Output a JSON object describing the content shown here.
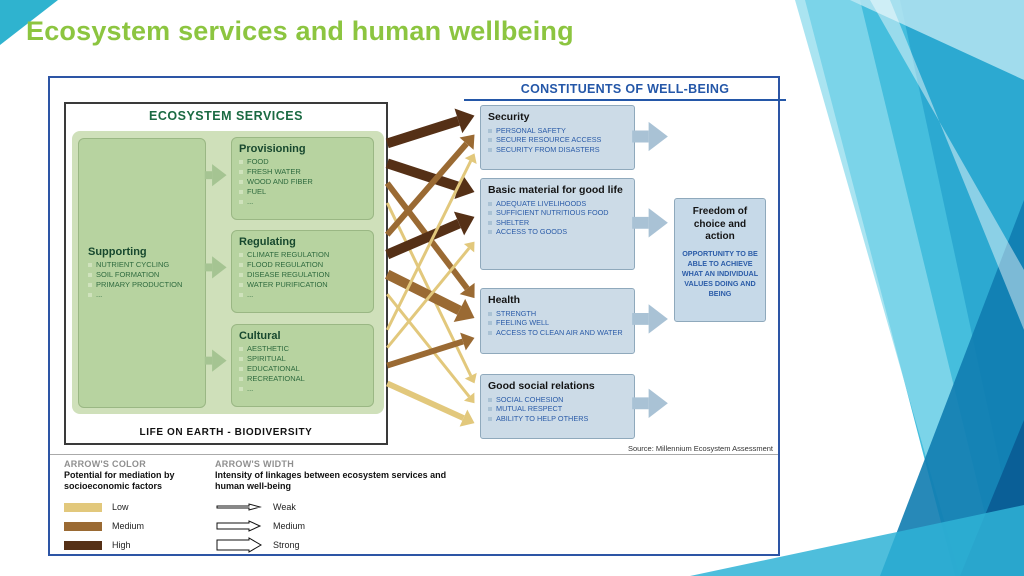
{
  "slide": {
    "title": "Ecosystem services and human wellbeing",
    "title_color": "#8cc540"
  },
  "diagram": {
    "left_header": "ECOSYSTEM SERVICES",
    "right_header": "CONSTITUENTS OF WELL-BEING",
    "biodiversity_caption": "LIFE ON EARTH - BIODIVERSITY",
    "source": "Source: Millennium Ecosystem Assessment",
    "supporting": {
      "title": "Supporting",
      "items": [
        "NUTRIENT CYCLING",
        "SOIL FORMATION",
        "PRIMARY PRODUCTION",
        "..."
      ]
    },
    "provisioning": {
      "title": "Provisioning",
      "items": [
        "FOOD",
        "FRESH WATER",
        "WOOD AND FIBER",
        "FUEL",
        "..."
      ]
    },
    "regulating": {
      "title": "Regulating",
      "items": [
        "CLIMATE REGULATION",
        "FLOOD REGULATION",
        "DISEASE REGULATION",
        "WATER PURIFICATION",
        "..."
      ]
    },
    "cultural": {
      "title": "Cultural",
      "items": [
        "AESTHETIC",
        "SPIRITUAL",
        "EDUCATIONAL",
        "RECREATIONAL",
        "..."
      ]
    },
    "security": {
      "title": "Security",
      "items": [
        "PERSONAL SAFETY",
        "SECURE RESOURCE ACCESS",
        "SECURITY FROM DISASTERS"
      ]
    },
    "basic_material": {
      "title": "Basic material for good life",
      "items": [
        "ADEQUATE LIVELIHOODS",
        "SUFFICIENT NUTRITIOUS FOOD",
        "SHELTER",
        "ACCESS TO GOODS"
      ]
    },
    "health": {
      "title": "Health",
      "items": [
        "STRENGTH",
        "FEELING WELL",
        "ACCESS TO CLEAN AIR AND WATER"
      ]
    },
    "social_relations": {
      "title": "Good social relations",
      "items": [
        "SOCIAL COHESION",
        "MUTUAL RESPECT",
        "ABILITY TO HELP OTHERS"
      ]
    },
    "freedom": {
      "title": "Freedom of choice and action",
      "body": "OPPORTUNITY TO BE ABLE TO ACHIEVE WHAT AN INDIVIDUAL VALUES DOING AND BEING"
    },
    "support_arrow_color": "#a5c492",
    "freedom_arrow_color": "#a9c2d5",
    "linkages": [
      {
        "from": "provisioning",
        "to": "security",
        "mediation": "high",
        "intensity": "strong"
      },
      {
        "from": "provisioning",
        "to": "basic_material",
        "mediation": "high",
        "intensity": "strong"
      },
      {
        "from": "provisioning",
        "to": "health",
        "mediation": "medium",
        "intensity": "medium"
      },
      {
        "from": "provisioning",
        "to": "social_relations",
        "mediation": "low",
        "intensity": "weak"
      },
      {
        "from": "regulating",
        "to": "security",
        "mediation": "medium",
        "intensity": "medium"
      },
      {
        "from": "regulating",
        "to": "basic_material",
        "mediation": "high",
        "intensity": "strong"
      },
      {
        "from": "regulating",
        "to": "health",
        "mediation": "medium",
        "intensity": "strong"
      },
      {
        "from": "regulating",
        "to": "social_relations",
        "mediation": "low",
        "intensity": "weak"
      },
      {
        "from": "cultural",
        "to": "security",
        "mediation": "low",
        "intensity": "weak"
      },
      {
        "from": "cultural",
        "to": "basic_material",
        "mediation": "low",
        "intensity": "weak"
      },
      {
        "from": "cultural",
        "to": "health",
        "mediation": "medium",
        "intensity": "medium"
      },
      {
        "from": "cultural",
        "to": "social_relations",
        "mediation": "low",
        "intensity": "medium"
      }
    ]
  },
  "legend": {
    "color_header": "ARROW'S COLOR",
    "color_subheader": "Potential for mediation by socioeconomic factors",
    "color_items": [
      {
        "label": "Low",
        "color": "#e2c87c"
      },
      {
        "label": "Medium",
        "color": "#9a6a33"
      },
      {
        "label": "High",
        "color": "#553016"
      }
    ],
    "width_header": "ARROW'S WIDTH",
    "width_subheader": "Intensity of linkages between ecosystem services and human well-being",
    "width_items": [
      "Weak",
      "Medium",
      "Strong"
    ]
  }
}
